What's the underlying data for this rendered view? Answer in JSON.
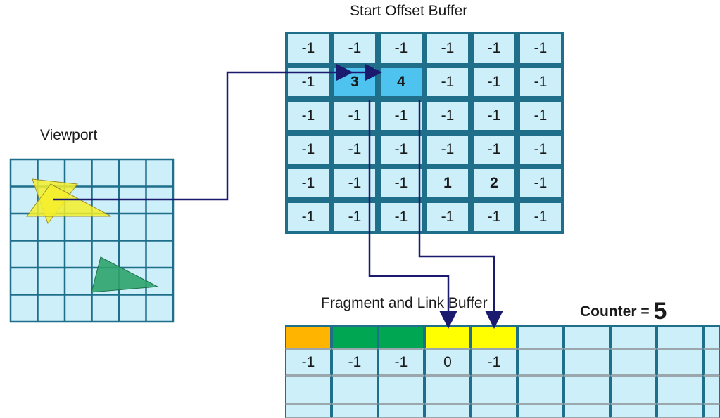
{
  "titles": {
    "start_offset_buffer": "Start Offset Buffer",
    "viewport": "Viewport",
    "fragment_link_buffer": "Fragment and Link Buffer",
    "counter_label": "Counter = ",
    "counter_value": "5"
  },
  "start_offset_buffer": {
    "rows": [
      [
        "-1",
        "-1",
        "-1",
        "-1",
        "-1",
        "-1"
      ],
      [
        "-1",
        "3",
        "4",
        "-1",
        "-1",
        "-1"
      ],
      [
        "-1",
        "-1",
        "-1",
        "-1",
        "-1",
        "-1"
      ],
      [
        "-1",
        "-1",
        "-1",
        "-1",
        "-1",
        "-1"
      ],
      [
        "-1",
        "-1",
        "-1",
        "1",
        "2",
        "-1"
      ],
      [
        "-1",
        "-1",
        "-1",
        "-1",
        "-1",
        "-1"
      ]
    ],
    "highlighted": [
      [
        1,
        1
      ],
      [
        1,
        2
      ]
    ],
    "large_values": [
      [
        1,
        1
      ],
      [
        1,
        2
      ],
      [
        4,
        3
      ],
      [
        4,
        4
      ]
    ]
  },
  "fragment_buffer": {
    "color_row": [
      "orange",
      "green",
      "green",
      "yellow",
      "yellow",
      "",
      "",
      "",
      "",
      ""
    ],
    "link_row": [
      "-1",
      "-1",
      "-1",
      "0",
      "-1",
      "",
      "",
      "",
      "",
      ""
    ]
  },
  "colors": {
    "grid_fill": "#cdeffa",
    "grid_border": "#1f6f8b",
    "highlight": "#4fc3f0",
    "arrow": "#1a1a6e",
    "orange": "#ffb400",
    "green": "#00a651",
    "yellow": "#ffff00",
    "tri_yellow": "#f4ee2a",
    "tri_green": "#2fa36b"
  }
}
